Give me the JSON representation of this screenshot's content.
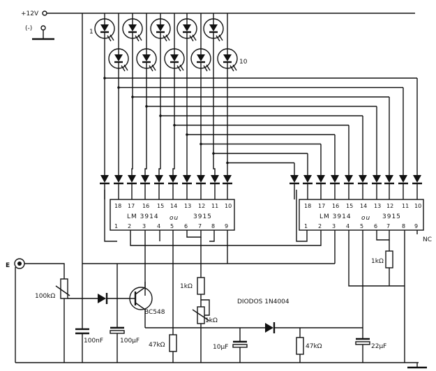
{
  "supply": {
    "positive": "+12V",
    "negative": "(-)"
  },
  "input": {
    "label": "E"
  },
  "led_labels": {
    "first": "1",
    "last": "10"
  },
  "ic_left": {
    "name": "LM 3914",
    "alt_word": "ou",
    "alt_name": "3915",
    "top_pins": [
      "18",
      "17",
      "16",
      "15",
      "14",
      "13",
      "12",
      "11",
      "10"
    ],
    "bottom_pins": [
      "1",
      "2",
      "3",
      "4",
      "5",
      "6",
      "7",
      "8",
      "9"
    ]
  },
  "ic_right": {
    "name": "LM 3914",
    "alt_word": "ou",
    "alt_name": "3915",
    "top_pins": [
      "18",
      "17",
      "16",
      "15",
      "14",
      "13",
      "12",
      "11",
      "10"
    ],
    "bottom_pins": [
      "1",
      "2",
      "3",
      "4",
      "5",
      "6",
      "7",
      "8",
      "9"
    ],
    "nc_label": "NC"
  },
  "components": {
    "pot_input": "100kΩ",
    "transistor": "BC548",
    "res_1k_mid": "1kΩ",
    "pot_1k": "1kΩ",
    "res_1k_right": "1kΩ",
    "cap_100n": "100nF",
    "cap_100u": "100µF",
    "res_47k_left": "47kΩ",
    "cap_10u": "10µF",
    "res_47k_right": "47kΩ",
    "cap_22u": "22µF",
    "diodes_note": "DIODOS 1N4004"
  },
  "colors": {
    "ink": "#111111",
    "paper": "#ffffff"
  }
}
